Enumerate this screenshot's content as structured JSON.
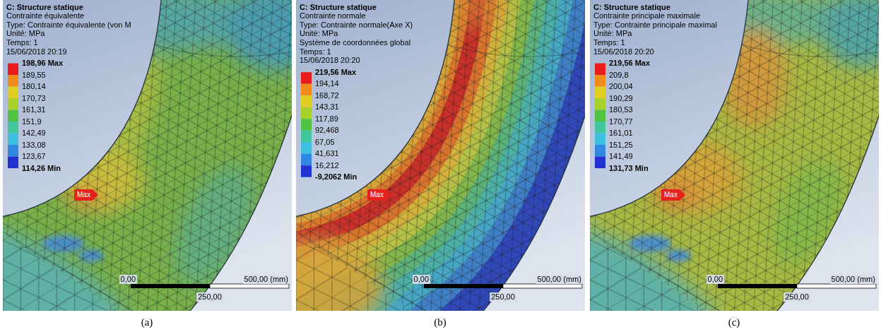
{
  "diagram": {
    "labels": [
      "C: Structure statique",
      "Contrainte équivalente",
      "Type: Contrainte équivalente (von M",
      "Unité: MPa",
      "Temps: 1",
      "15/06/2018 20:19",
      "198,96 Max",
      "189,55",
      "180,14",
      "170,73",
      "161,31",
      "151,9",
      "142,49",
      "133,08",
      "123,67",
      "114,26 Min",
      "Max",
      "0,00",
      "250,00",
      "500,00 (mm)",
      "(a)",
      "C: Structure statique",
      "Contrainte normale",
      "Type: Contrainte normale(Axe X)",
      "Unité: MPa",
      "Système de coordonnées global",
      "Temps: 1",
      "15/06/2018 20:20",
      "219,56 Max",
      "194,14",
      "168,72",
      "143,31",
      "117,89",
      "92,468",
      "67,05",
      "41,631",
      "16,212",
      "-9,2062 Min",
      "Max",
      "0,00",
      "250,00",
      "500,00 (mm)",
      "(b)",
      "C: Structure statique",
      "Contrainte principale maximale",
      "Type: Contrainte principale maximal",
      "Unité: MPa",
      "Temps: 1",
      "15/06/2018 20:20",
      "219,56 Max",
      "209,8",
      "200,04",
      "190,29",
      "180,53",
      "170,77",
      "161,01",
      "151,25",
      "141,49",
      "131,73 Min",
      "Max",
      "0,00",
      "250,00",
      "500,00 (mm)",
      "(c)"
    ]
  }
}
